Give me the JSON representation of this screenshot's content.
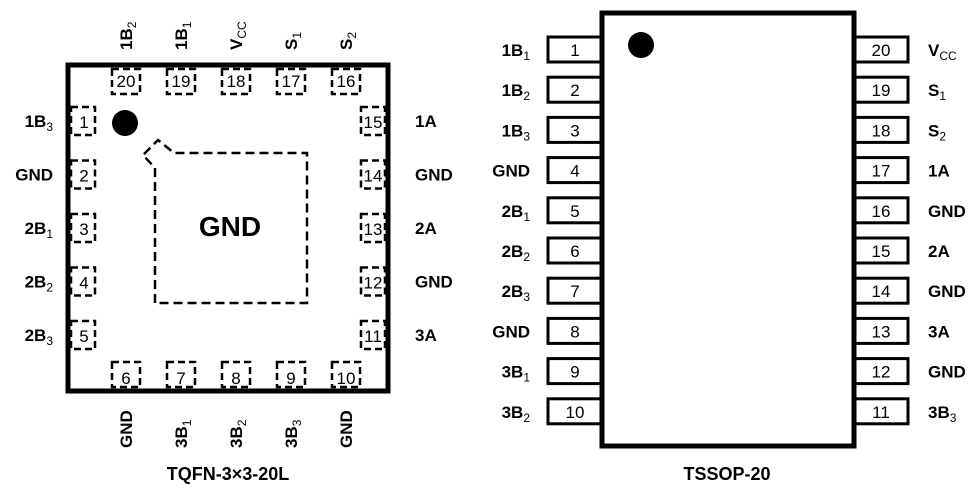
{
  "packages": [
    {
      "id": "qfn",
      "title": "TQFN-3×3-20L",
      "exposed_pad_label": "GND",
      "pins": [
        {
          "num": "1",
          "name": "1B",
          "sub": "3",
          "side": "left"
        },
        {
          "num": "2",
          "name": "GND",
          "sub": "",
          "side": "left"
        },
        {
          "num": "3",
          "name": "2B",
          "sub": "1",
          "side": "left"
        },
        {
          "num": "4",
          "name": "2B",
          "sub": "2",
          "side": "left"
        },
        {
          "num": "5",
          "name": "2B",
          "sub": "3",
          "side": "left"
        },
        {
          "num": "6",
          "name": "GND",
          "sub": "",
          "side": "bottom"
        },
        {
          "num": "7",
          "name": "3B",
          "sub": "1",
          "side": "bottom"
        },
        {
          "num": "8",
          "name": "3B",
          "sub": "2",
          "side": "bottom"
        },
        {
          "num": "9",
          "name": "3B",
          "sub": "3",
          "side": "bottom"
        },
        {
          "num": "10",
          "name": "GND",
          "sub": "",
          "side": "bottom"
        },
        {
          "num": "11",
          "name": "3A",
          "sub": "",
          "side": "right"
        },
        {
          "num": "12",
          "name": "GND",
          "sub": "",
          "side": "right"
        },
        {
          "num": "13",
          "name": "2A",
          "sub": "",
          "side": "right"
        },
        {
          "num": "14",
          "name": "GND",
          "sub": "",
          "side": "right"
        },
        {
          "num": "15",
          "name": "1A",
          "sub": "",
          "side": "right"
        },
        {
          "num": "16",
          "name": "S",
          "sub": "2",
          "side": "top"
        },
        {
          "num": "17",
          "name": "S",
          "sub": "1",
          "side": "top"
        },
        {
          "num": "18",
          "name": "V",
          "sub": "CC",
          "side": "top"
        },
        {
          "num": "19",
          "name": "1B",
          "sub": "1",
          "side": "top"
        },
        {
          "num": "20",
          "name": "1B",
          "sub": "2",
          "side": "top"
        }
      ]
    },
    {
      "id": "tssop",
      "title": "TSSOP-20",
      "pins": [
        {
          "num": "1",
          "name": "1B",
          "sub": "1"
        },
        {
          "num": "2",
          "name": "1B",
          "sub": "2"
        },
        {
          "num": "3",
          "name": "1B",
          "sub": "3"
        },
        {
          "num": "4",
          "name": "GND",
          "sub": ""
        },
        {
          "num": "5",
          "name": "2B",
          "sub": "1"
        },
        {
          "num": "6",
          "name": "2B",
          "sub": "2"
        },
        {
          "num": "7",
          "name": "2B",
          "sub": "3"
        },
        {
          "num": "8",
          "name": "GND",
          "sub": ""
        },
        {
          "num": "9",
          "name": "3B",
          "sub": "1"
        },
        {
          "num": "10",
          "name": "3B",
          "sub": "2"
        },
        {
          "num": "11",
          "name": "3B",
          "sub": "3"
        },
        {
          "num": "12",
          "name": "GND",
          "sub": ""
        },
        {
          "num": "13",
          "name": "3A",
          "sub": ""
        },
        {
          "num": "14",
          "name": "GND",
          "sub": ""
        },
        {
          "num": "15",
          "name": "2A",
          "sub": ""
        },
        {
          "num": "16",
          "name": "GND",
          "sub": ""
        },
        {
          "num": "17",
          "name": "1A",
          "sub": ""
        },
        {
          "num": "18",
          "name": "S",
          "sub": "2"
        },
        {
          "num": "19",
          "name": "S",
          "sub": "1"
        },
        {
          "num": "20",
          "name": "V",
          "sub": "CC"
        }
      ]
    }
  ]
}
